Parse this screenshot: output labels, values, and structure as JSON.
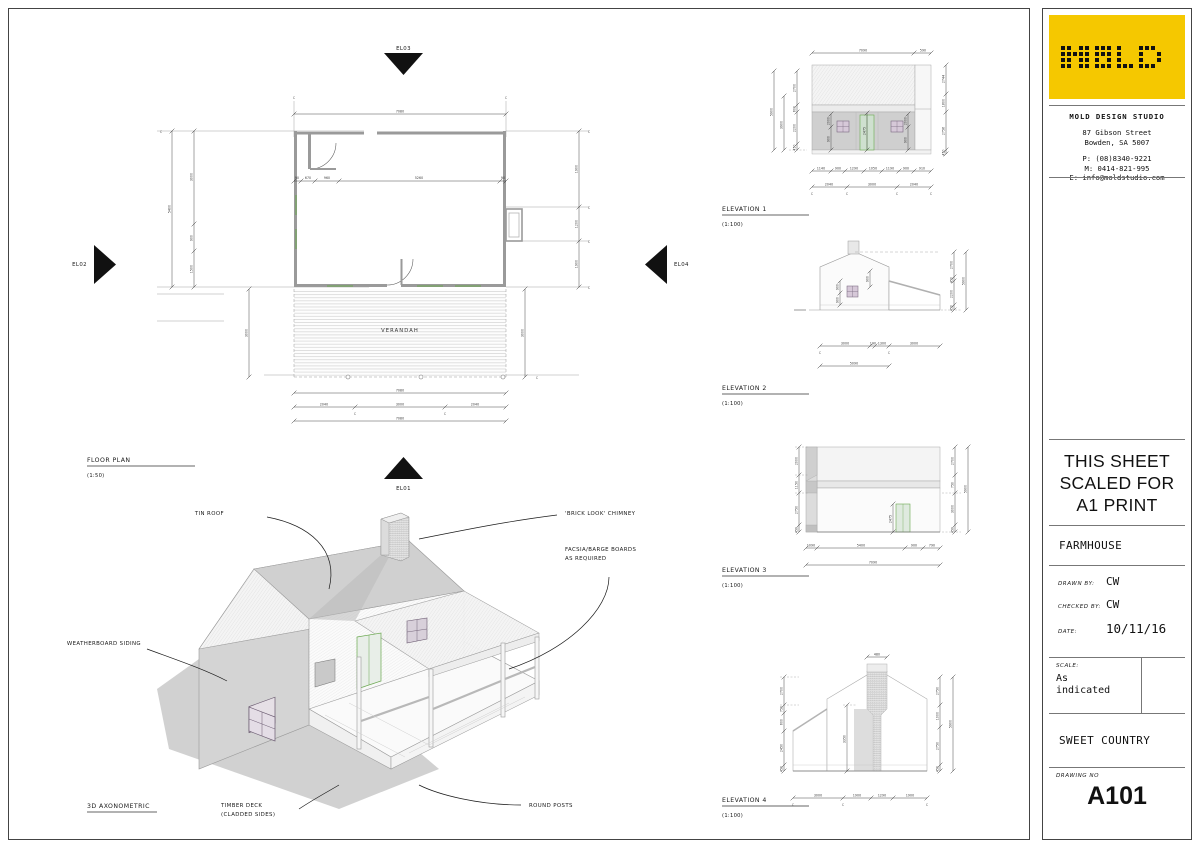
{
  "sheet": {
    "border_color": "#444444",
    "background": "#ffffff"
  },
  "title_block": {
    "logo_text": "MOLD",
    "logo_bg": "#f5c800",
    "studio_name": "MOLD DESIGN STUDIO",
    "address_line1": "87 Gibson Street",
    "address_line2": "Bowden, SA 5007",
    "phone": "P: (08)8340-9221",
    "mobile": "M: 0414-821-995",
    "email": "E: info@moldstudio.com",
    "scaled_note_line1": "THIS SHEET",
    "scaled_note_line2": "SCALED FOR",
    "scaled_note_line3": "A1 PRINT",
    "project": "FARMHOUSE",
    "drawn_by_label": "DRAWN BY:",
    "drawn_by": "CW",
    "checked_by_label": "CHECKED BY:",
    "checked_by": "CW",
    "date_label": "DATE:",
    "date": "10/11/16",
    "scale_label": "SCALE:",
    "scale_value_line1": "As",
    "scale_value_line2": "indicated",
    "client": "SWEET COUNTRY",
    "drawing_no_label": "DRAWING NO",
    "drawing_no": "A101"
  },
  "views": {
    "floor_plan": {
      "title": "FLOOR PLAN",
      "scale": "(1:50)",
      "room_label": "VERANDAH",
      "top_overall": "7080",
      "left_overall": "5400",
      "left_chain": [
        "3000",
        "900",
        "1500"
      ],
      "right_chain": [
        "1900",
        "1200",
        "1900"
      ],
      "interior_chain": [
        "90",
        "670",
        "960",
        "5260",
        "90"
      ],
      "bottom_overall_upper": "7080",
      "bottom_chain": [
        "2040",
        "3000",
        "2040"
      ],
      "bottom_overall_lower": "7080",
      "verandah_depth_left": "3000",
      "verandah_depth_right": "3000"
    },
    "elevation_1": {
      "title": "ELEVATION 1",
      "scale": "(1:100)",
      "top_dim": "7090",
      "top_dim_small": "590",
      "left_overall": "5900",
      "left_chain": [
        "2700",
        "600",
        "2200",
        "450"
      ],
      "left_inner": "3900",
      "right_chain": [
        "2744",
        "1800",
        "2756",
        "450"
      ],
      "bottom_chain_fine": [
        "1140",
        "900",
        "1290",
        "1050",
        "1190",
        "900",
        "910"
      ],
      "bottom_chain": [
        "2040",
        "3000",
        "2040"
      ],
      "window_dims": [
        "2000",
        "900",
        "900",
        "2000",
        "900"
      ],
      "door_dim": "2475"
    },
    "elevation_2": {
      "title": "ELEVATION 2",
      "scale": "(1:100)",
      "right_chain": [
        "2700",
        "450",
        "600",
        "2200",
        "450"
      ],
      "right_overall": "5900",
      "window_dims": [
        "900",
        "900",
        "900"
      ],
      "bottom_chain": [
        "3000",
        "190",
        "1300",
        "3000"
      ],
      "bottom_overall": "5090"
    },
    "elevation_3": {
      "title": "ELEVATION 3",
      "scale": "(1:100)",
      "left_chain": [
        "2000",
        "1150",
        "2750",
        "450"
      ],
      "right_chain": [
        "2700",
        "750",
        "3000",
        "450"
      ],
      "right_overall": "5900",
      "door_dim": "2475",
      "bottom_chain": [
        "1090",
        "5400",
        "900",
        "790"
      ],
      "bottom_overall": "7090"
    },
    "elevation_4": {
      "title": "ELEVATION 4",
      "scale": "(1:100)",
      "chimney_dim": "480",
      "left_chain": [
        "2700",
        "750",
        "600",
        "2450",
        "450"
      ],
      "right_chain": [
        "2750",
        "1000",
        "2750",
        "450"
      ],
      "right_overall": "5900",
      "inner_dim": "3350",
      "bottom_chain": [
        "3000",
        "1900",
        "1290",
        "1900"
      ]
    },
    "axonometric": {
      "title": "3D AXONOMETRIC",
      "annotations": [
        "TIN ROOF",
        "'BRICK LOOK' CHIMNEY",
        "FACSIA/BARGE BOARDS\nAS REQUIRED",
        "WEATHERBOARD SIDING",
        "TIMBER DECK\n(CLADDED SIDES)",
        "ROUND POSTS"
      ],
      "ann_tin_roof": "TIN ROOF",
      "ann_chimney": "'BRICK LOOK' CHIMNEY",
      "ann_facsia_1": "FACSIA/BARGE BOARDS",
      "ann_facsia_2": "AS REQUIRED",
      "ann_weatherboard": "WEATHERBOARD SIDING",
      "ann_deck_1": "TIMBER DECK",
      "ann_deck_2": "(CLADDED SIDES)",
      "ann_posts": "ROUND POSTS"
    }
  },
  "elevation_markers": {
    "el01": "EL01",
    "el02": "EL02",
    "el03": "EL03",
    "el04": "EL04"
  },
  "grid_tick": "C"
}
